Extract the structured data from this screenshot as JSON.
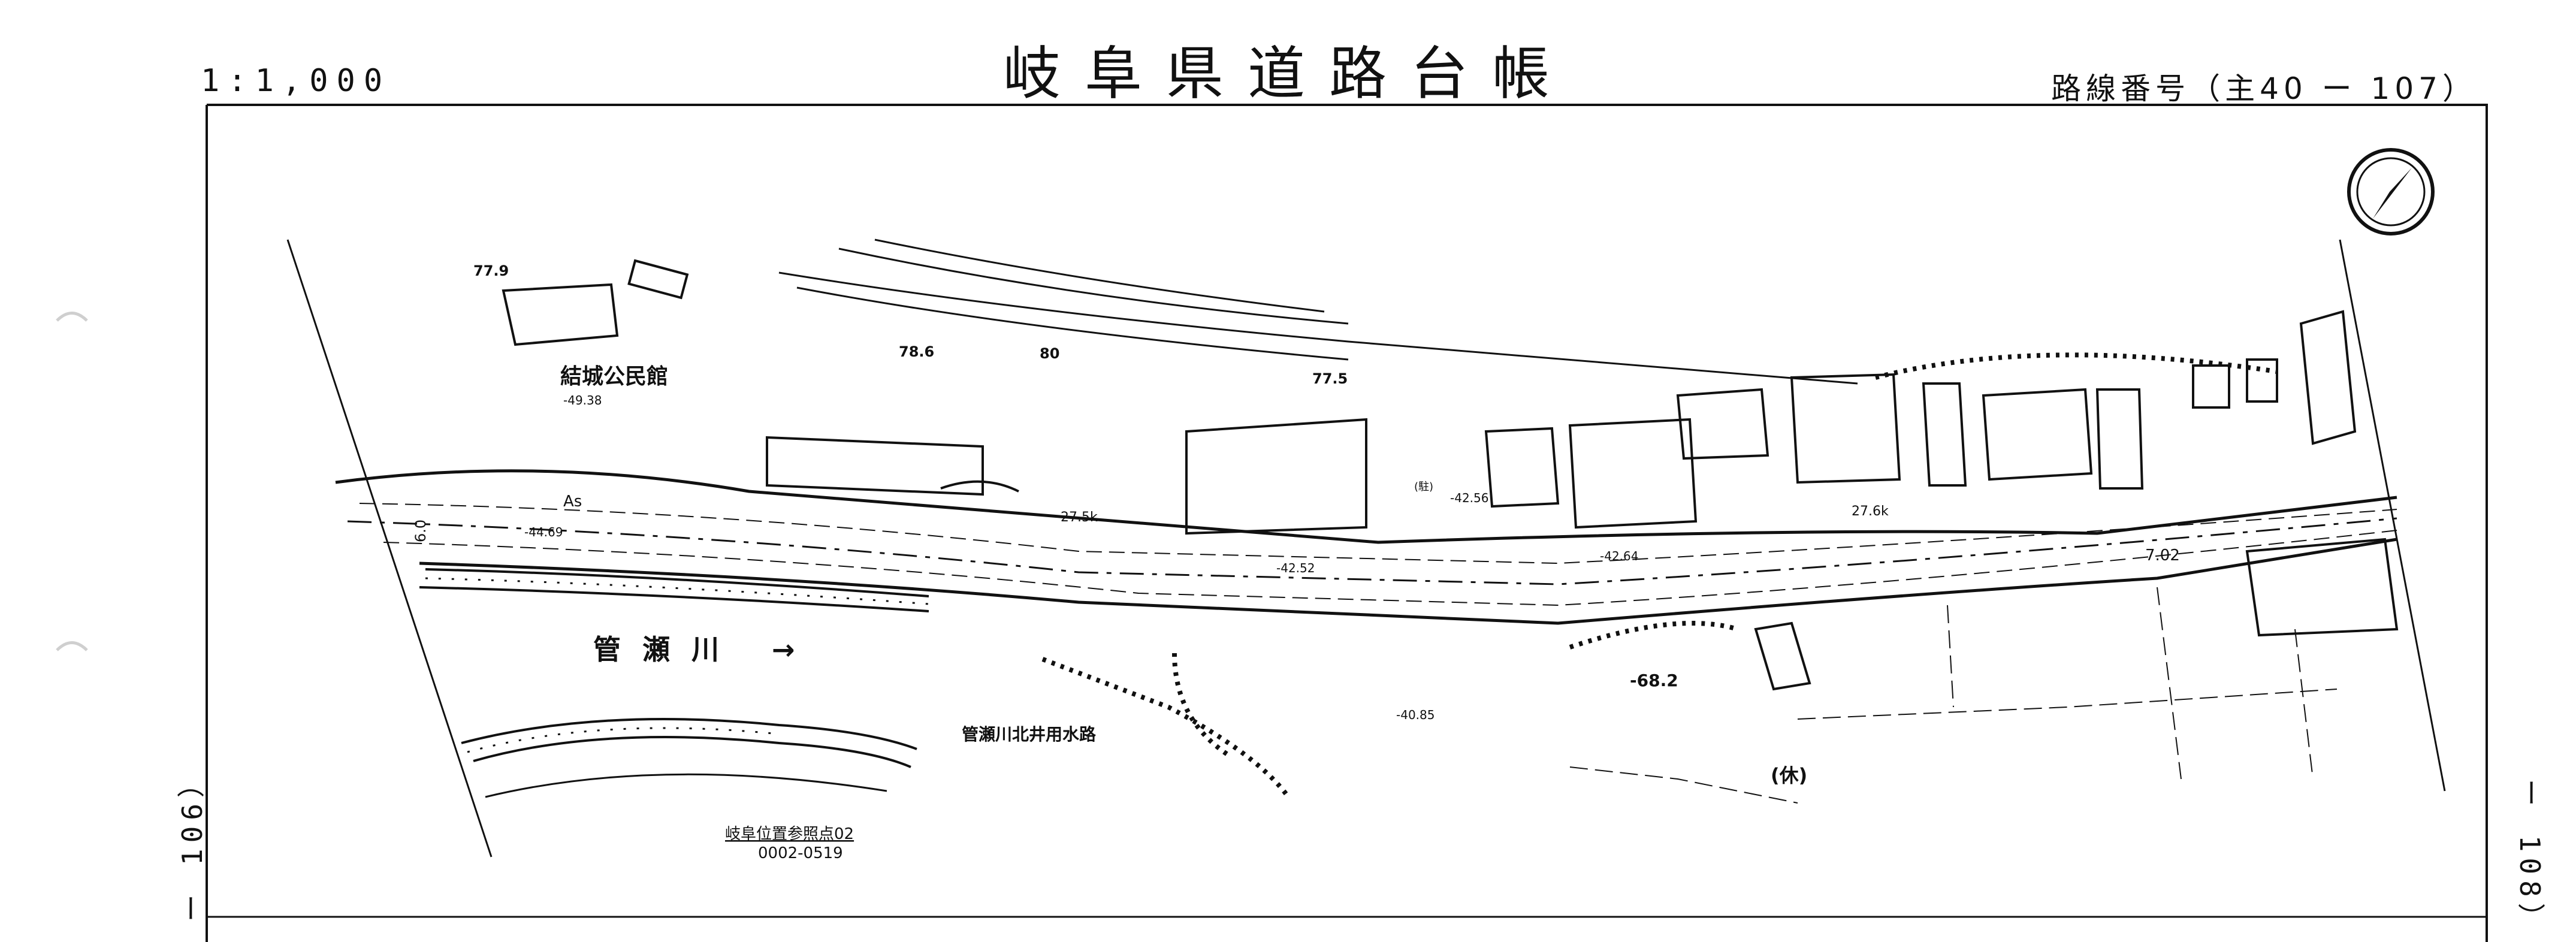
{
  "header": {
    "title": "岐阜県道路台帳",
    "scale": "1:1,000",
    "route_number": "路線番号（主40 ー 107）"
  },
  "sheet_links": {
    "previous": "ー 106）",
    "next": "ー 108）"
  },
  "map_labels": {
    "community_hall": "結城公民館",
    "river": "管瀬川 →",
    "waterway": "管瀬川北井用水路",
    "reference_point": "岐阜位置参照点02",
    "reference_code": "0002-0519",
    "rest_house": "(休)",
    "parking": "(駐)",
    "surface": "As",
    "elev_1": "77.9",
    "elev_2": "78.6",
    "elev_3": "80",
    "elev_4": "77.5",
    "elev_5": "-49.38",
    "elev_6": "-44.69",
    "elev_7": "-42.52",
    "elev_8": "-42.56",
    "elev_9": "-42.64",
    "elev_10": "-68.2",
    "elev_11": "-40.85",
    "dist_1": "27.5k",
    "dist_2": "27.6k",
    "dist_3": "7.02",
    "width_label": "6.0"
  },
  "colors": {
    "line": "#111111",
    "background": "#ffffff"
  }
}
